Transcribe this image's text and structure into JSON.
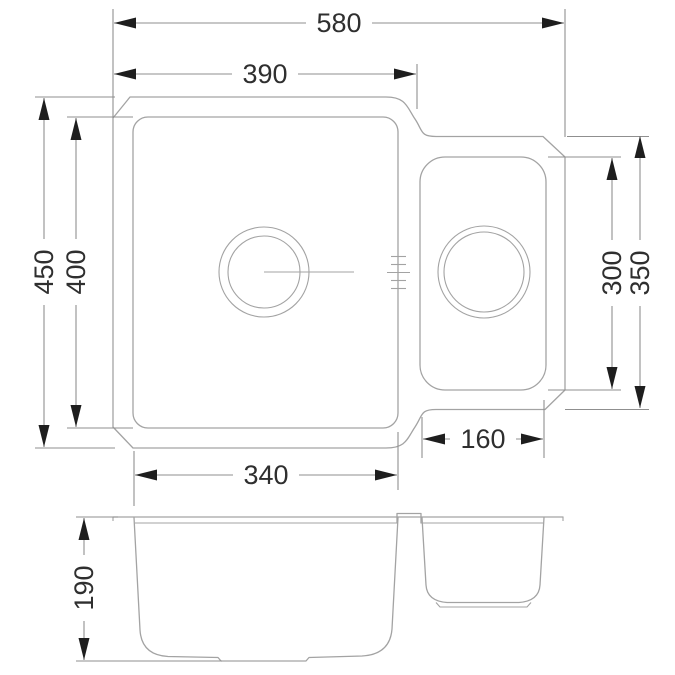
{
  "drawing": {
    "kind": "sink-dimension-drawing",
    "views": [
      "top-view",
      "front-section-view"
    ]
  },
  "labels": {
    "overall_width": "580",
    "main_bowl_rim_width": "390",
    "overall_depth": "450",
    "main_bowl_depth": "400",
    "small_bowl_depth": "300",
    "small_bowl_rim_depth": "350",
    "main_bowl_width": "340",
    "small_bowl_width": "160",
    "bowl_height": "190"
  },
  "colors": {
    "bg": "#ffffff",
    "outline": "#a3a3a3",
    "dim": "#8f8f8f",
    "arrow": "#1e1e1e",
    "text": "#2f2f2f"
  }
}
